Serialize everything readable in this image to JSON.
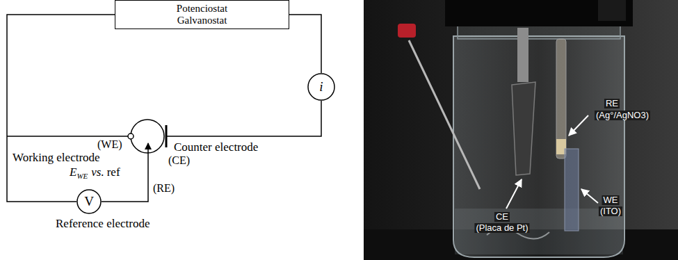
{
  "diagram": {
    "nodes": [
      {
        "text": [
          "Potenciostat Galvanostat"
        ]
      },
      {
        "text": [
          "i"
        ]
      },
      {
        "text": [
          "V"
        ]
      }
    ],
    "edges": [
      {
        "from": 0,
        "to": 1,
        "arrow": "none"
      },
      {
        "from": 0,
        "to": 2,
        "arrow": "none"
      }
    ],
    "labels": [
      "(WE)",
      "Counter electrode",
      "(CE)",
      "Working electrode",
      "E",
      "WE",
      "vs.",
      "ref",
      "(RE)",
      "Reference electrode",
      "RE",
      "(Ag°/AgNO3)",
      "CE",
      "(Placa de Pt)",
      "WE",
      "(ITO)"
    ]
  }
}
